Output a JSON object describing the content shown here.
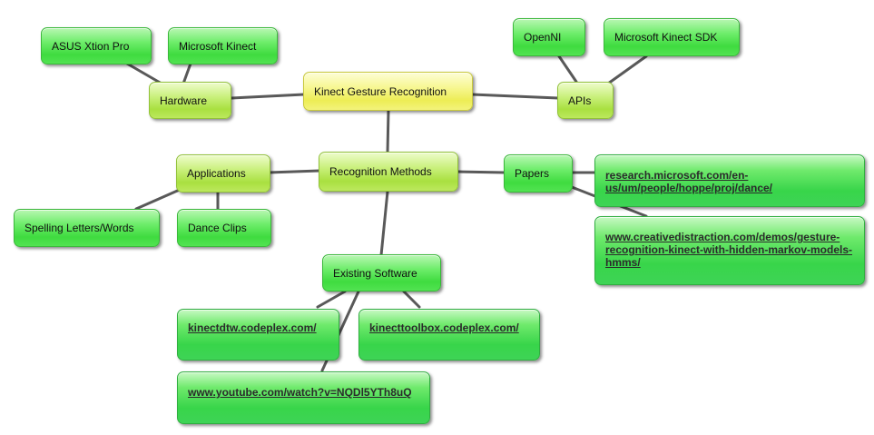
{
  "central": {
    "label": "Kinect Gesture Recognition"
  },
  "hardware": {
    "label": "Hardware",
    "children": [
      "ASUS Xtion Pro",
      "Microsoft Kinect"
    ]
  },
  "apis": {
    "label": "APIs",
    "children": [
      "OpenNI",
      "Microsoft Kinect SDK"
    ]
  },
  "methods": {
    "label": "Recognition Methods"
  },
  "applications": {
    "label": "Applications",
    "children": [
      "Spelling Letters/Words",
      "Dance Clips"
    ]
  },
  "papers": {
    "label": "Papers",
    "links": [
      "research.microsoft.com/en-us/um/people/hoppe/proj/dance/",
      "www.creativedistraction.com/demos/gesture-recognition-kinect-with-hidden-markov-models-hmms/"
    ]
  },
  "software": {
    "label": "Existing Software",
    "links": [
      "kinectdtw.codeplex.com/",
      "kinecttoolbox.codeplex.com/",
      "www.youtube.com/watch?v=NQDl5YTh8uQ"
    ]
  },
  "colors": {
    "connector": "#595959",
    "central_fill": "#f7f792",
    "topic_fill": "#c9f07c",
    "leaf_fill": "#6ded6a",
    "link_fill": "#38d54a"
  }
}
